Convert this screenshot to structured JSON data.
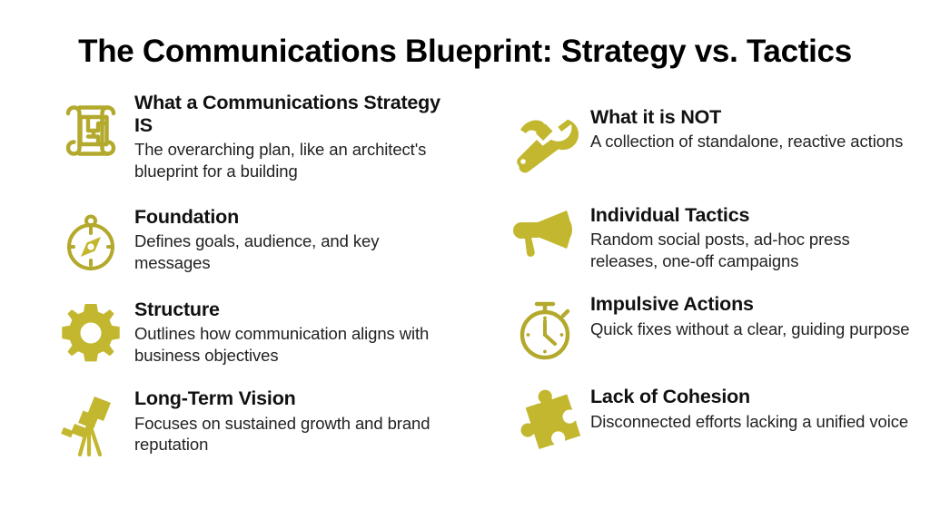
{
  "title": "The Communications Blueprint: Strategy vs. Tactics",
  "colors": {
    "icon_gold": "#c2b72e",
    "icon_gold_outline": "#b3a92c",
    "title_text": "#000000",
    "heading_text": "#111111",
    "body_text": "#222222",
    "background": "#ffffff"
  },
  "left_column": {
    "items": [
      {
        "icon": "blueprint-icon",
        "title": "What a Communications Strategy IS",
        "desc": "The overarching plan, like an architect's blueprint for a building"
      },
      {
        "icon": "compass-icon",
        "title": "Foundation",
        "desc": "Defines goals, audience, and key messages"
      },
      {
        "icon": "gear-icon",
        "title": "Structure",
        "desc": "Outlines how communication aligns with business objectives"
      },
      {
        "icon": "telescope-icon",
        "title": "Long-Term Vision",
        "desc": "Focuses on sustained growth and brand reputation"
      }
    ]
  },
  "right_column": {
    "items": [
      {
        "icon": "hammer-wrench-icon",
        "title": "What it is NOT",
        "desc": "A collection of standalone, reactive actions"
      },
      {
        "icon": "megaphone-icon",
        "title": "Individual Tactics",
        "desc": "Random social posts, ad-hoc press releases, one-off campaigns"
      },
      {
        "icon": "stopwatch-icon",
        "title": "Impulsive Actions",
        "desc": "Quick fixes without a clear, guiding purpose"
      },
      {
        "icon": "puzzle-piece-icon",
        "title": "Lack of Cohesion",
        "desc": "Disconnected efforts lacking a unified voice"
      }
    ]
  }
}
